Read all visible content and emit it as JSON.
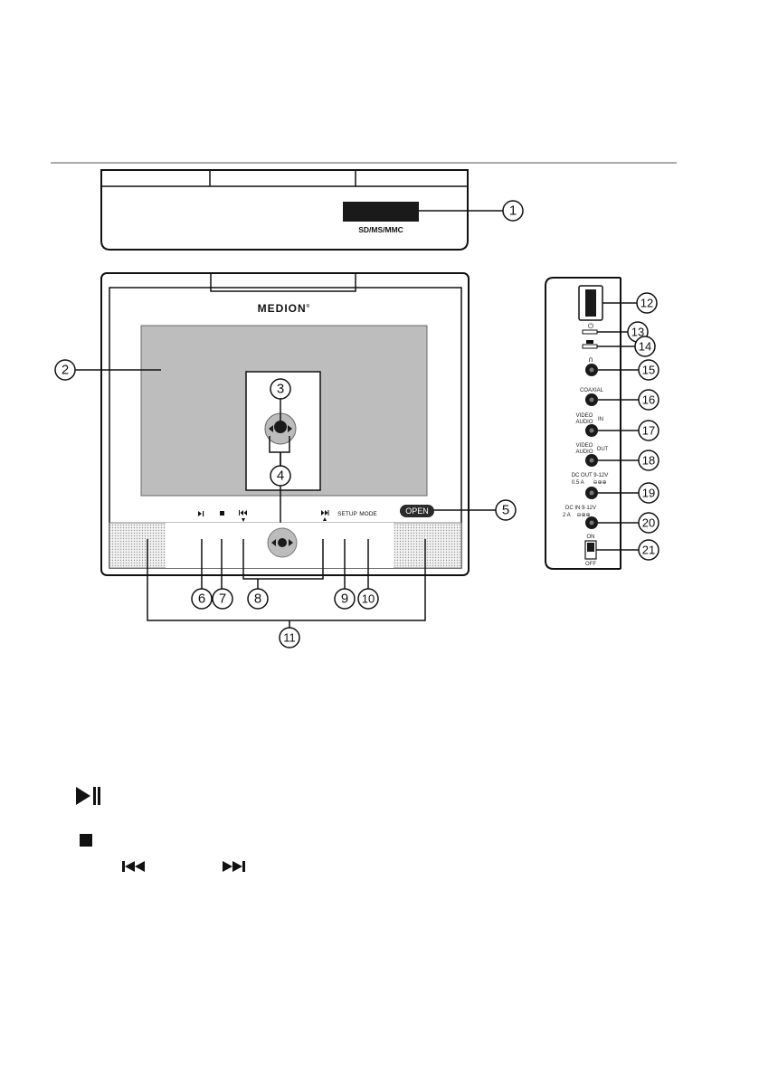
{
  "top_view": {
    "slot_label": "SD/MS/MMC"
  },
  "front_view": {
    "brand": "MEDION",
    "brand_mark": "®",
    "open_label": "OPEN",
    "setup_label": "SETUP",
    "mode_label": "MODE"
  },
  "side_view": {
    "coaxial_label": "COAXIAL",
    "video_in_label": "VIDEO",
    "audio_in_label": "AUDIO",
    "in_label": "IN",
    "video_out_label": "VIDEO",
    "audio_out_label": "AUDIO",
    "out_label": "OUT",
    "dc_out_line1": "DC OUT 9-12V",
    "dc_out_line2": "0.5 A",
    "dc_in_line1": "DC IN 9-12V",
    "dc_in_line2": "2 A",
    "on_label": "ON",
    "off_label": "OFF"
  },
  "callouts": [
    "1",
    "2",
    "3",
    "4",
    "5",
    "6",
    "7",
    "8",
    "9",
    "10",
    "11",
    "12",
    "13",
    "14",
    "15",
    "16",
    "17",
    "18",
    "19",
    "20",
    "21"
  ],
  "legend_icons": [
    "play-pause-icon",
    "stop-icon",
    "skip-back-icon",
    "skip-forward-icon"
  ]
}
